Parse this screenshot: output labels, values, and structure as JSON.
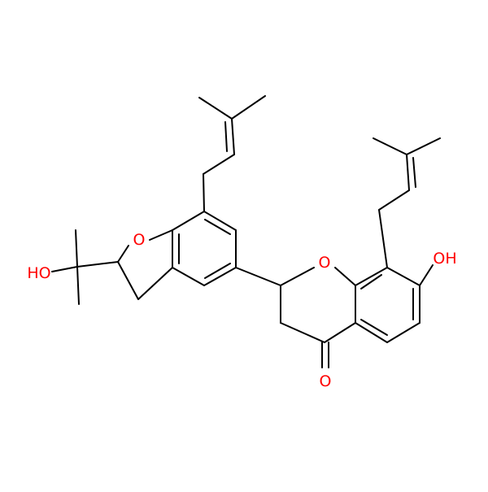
{
  "molecule": {
    "atom_labels": {
      "O_furan": "O",
      "O_hydroxy_left": "HO",
      "O_pyran": "O",
      "O_hydroxy_right": "OH",
      "O_ketone": "O"
    },
    "colors": {
      "bond": "#000000",
      "oxygen": "#ff0000",
      "background": "#ffffff"
    }
  }
}
